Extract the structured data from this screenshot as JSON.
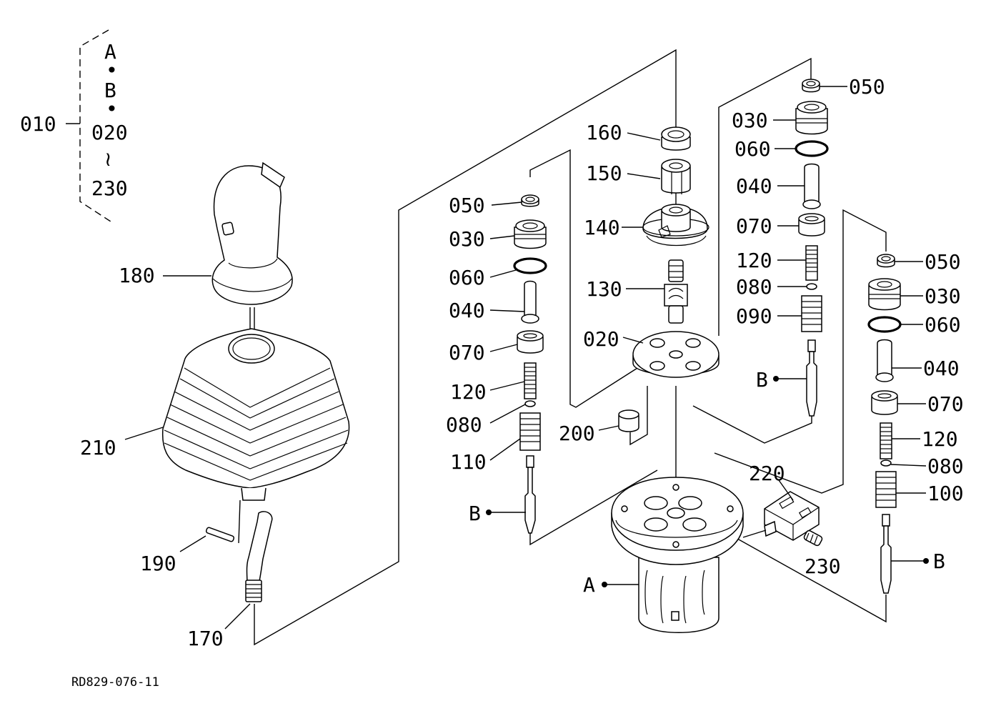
{
  "diagram": {
    "doc_code": "RD829-076-11",
    "assembly_bracket": {
      "ref": "010",
      "items": [
        "A",
        "B",
        "020",
        "230"
      ],
      "dot": "•",
      "tilde": "≀"
    },
    "callouts": {
      "p180": "180",
      "p210": "210",
      "p190": "190",
      "p170": "170",
      "p160": "160",
      "p150": "150",
      "p140": "140",
      "p130": "130",
      "p020": "020",
      "p200": "200",
      "p220": "220",
      "p230": "230",
      "left_050": "050",
      "left_030": "030",
      "left_060": "060",
      "left_040": "040",
      "left_070": "070",
      "left_120": "120",
      "left_080": "080",
      "left_110": "110",
      "mid_050": "050",
      "mid_030": "030",
      "mid_060": "060",
      "mid_040": "040",
      "mid_070": "070",
      "mid_120": "120",
      "mid_080": "080",
      "mid_090": "090",
      "right_050": "050",
      "right_030": "030",
      "right_060": "060",
      "right_040": "040",
      "right_070": "070",
      "right_120": "120",
      "right_080": "080",
      "right_100": "100"
    },
    "markers": {
      "a_base": "A",
      "b_left": "B",
      "b_mid": "B",
      "b_right": "B"
    }
  }
}
